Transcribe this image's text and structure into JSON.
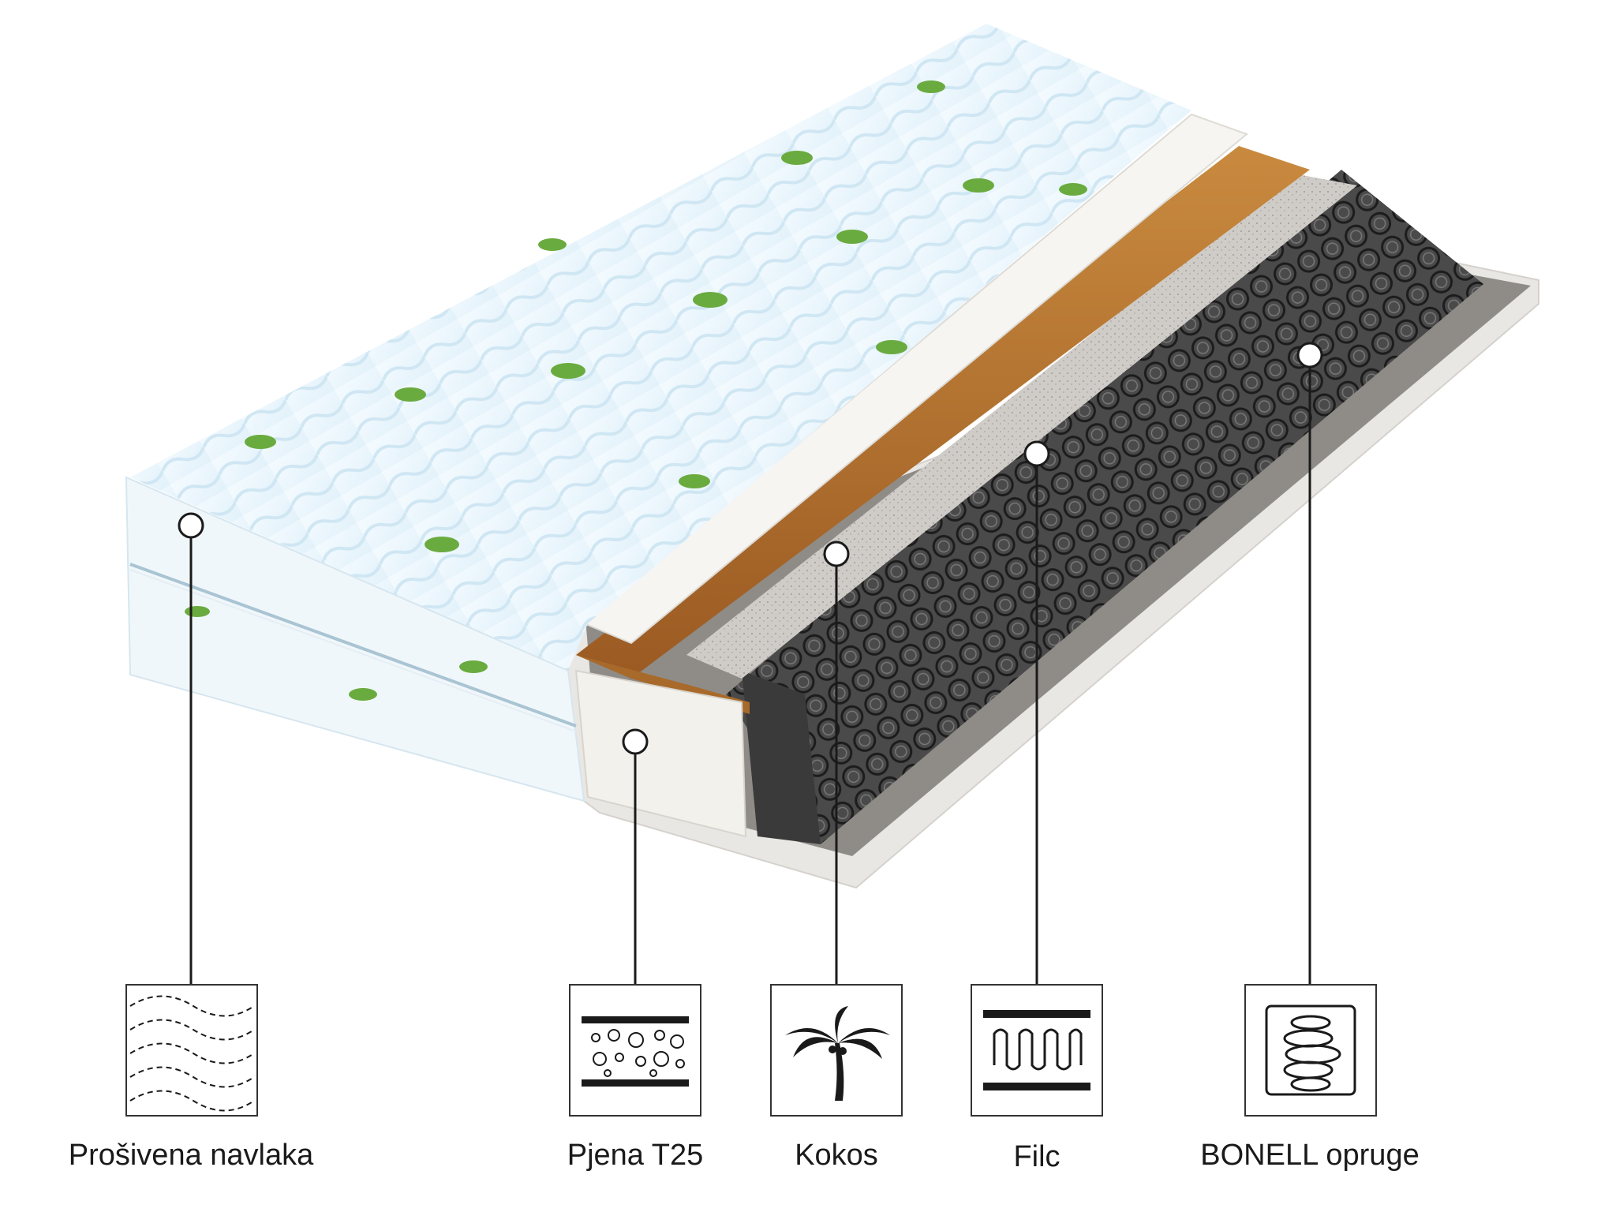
{
  "layers": [
    {
      "id": "cover",
      "label": "Prošivena navlaka",
      "icon": "quilted-cover-icon"
    },
    {
      "id": "foam",
      "label": "Pjena T25",
      "icon": "foam-bubbles-icon"
    },
    {
      "id": "coconut",
      "label": "Kokos",
      "icon": "palm-tree-icon"
    },
    {
      "id": "felt",
      "label": "Filc",
      "icon": "felt-wave-icon"
    },
    {
      "id": "springs",
      "label": "BONELL opruge",
      "icon": "spring-coil-icon"
    }
  ],
  "colors": {
    "cover": "#eef8fd",
    "cover_edge": "#dfeef6",
    "coir": "#b9772f",
    "felt": "#c9c7c5",
    "springs": "#2d2d2d",
    "foam": "#f5f3ef",
    "line": "#1a1a1a"
  }
}
